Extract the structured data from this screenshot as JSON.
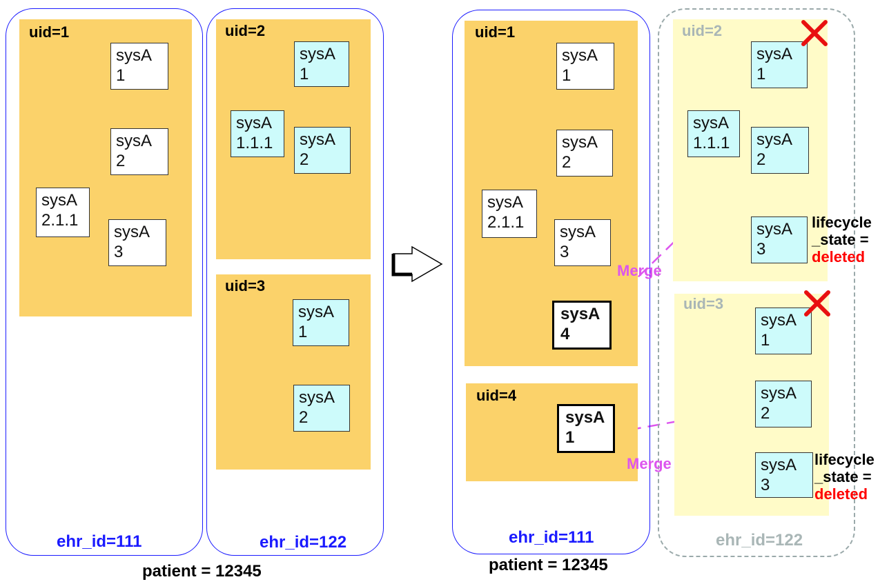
{
  "before": {
    "ehr_111": {
      "label": "ehr_id=111",
      "uid1": {
        "label": "uid=1",
        "box1": [
          "sysA",
          "1"
        ],
        "box2": [
          "sysA",
          "2"
        ],
        "box3": [
          "sysA",
          "3"
        ],
        "box211": [
          "sysA",
          "2.1.1"
        ]
      }
    },
    "ehr_122": {
      "label": "ehr_id=122",
      "uid2": {
        "label": "uid=2",
        "box1": [
          "sysA",
          "1"
        ],
        "box2": [
          "sysA",
          "2"
        ],
        "box111": [
          "sysA",
          "1.1.1"
        ]
      },
      "uid3": {
        "label": "uid=3",
        "box1": [
          "sysA",
          "1"
        ],
        "box2": [
          "sysA",
          "2"
        ]
      }
    },
    "patient": "patient = 12345"
  },
  "after": {
    "ehr_111": {
      "label": "ehr_id=111",
      "uid1": {
        "label": "uid=1",
        "box1": [
          "sysA",
          "1"
        ],
        "box2": [
          "sysA",
          "2"
        ],
        "box3": [
          "sysA",
          "3"
        ],
        "box4": [
          "sysA",
          "4"
        ],
        "box211": [
          "sysA",
          "2.1.1"
        ]
      },
      "uid4": {
        "label": "uid=4",
        "box1": [
          "sysA",
          "1"
        ]
      }
    },
    "ehr_122": {
      "label": "ehr_id=122",
      "uid2": {
        "label": "uid=2",
        "box1": [
          "sysA",
          "1"
        ],
        "box2": [
          "sysA",
          "2"
        ],
        "box3": [
          "sysA",
          "3"
        ],
        "box111": [
          "sysA",
          "1.1.1"
        ]
      },
      "uid3": {
        "label": "uid=3",
        "box1": [
          "sysA",
          "1"
        ],
        "box2": [
          "sysA",
          "2"
        ],
        "box3": [
          "sysA",
          "3"
        ]
      }
    },
    "patient": "patient = 12345",
    "merge_label": "Merge",
    "lifecycle": {
      "line1": "lifecycle",
      "line2": "_state =",
      "state": "deleted"
    }
  },
  "colors": {
    "composition_panel": "#fbd26a",
    "deleted_panel": "#fffbc8",
    "original_box": "#ffffff",
    "copy_box": "#cdfbfb",
    "ehr_border": "#1a1aff",
    "merge_arrow": "#dd55ee",
    "deleted_text": "#ff0000",
    "delete_cross": "#e81010"
  },
  "icons": {
    "transform_arrow": "right-arrow-icon",
    "deleted_mark": "red-x-icon"
  }
}
